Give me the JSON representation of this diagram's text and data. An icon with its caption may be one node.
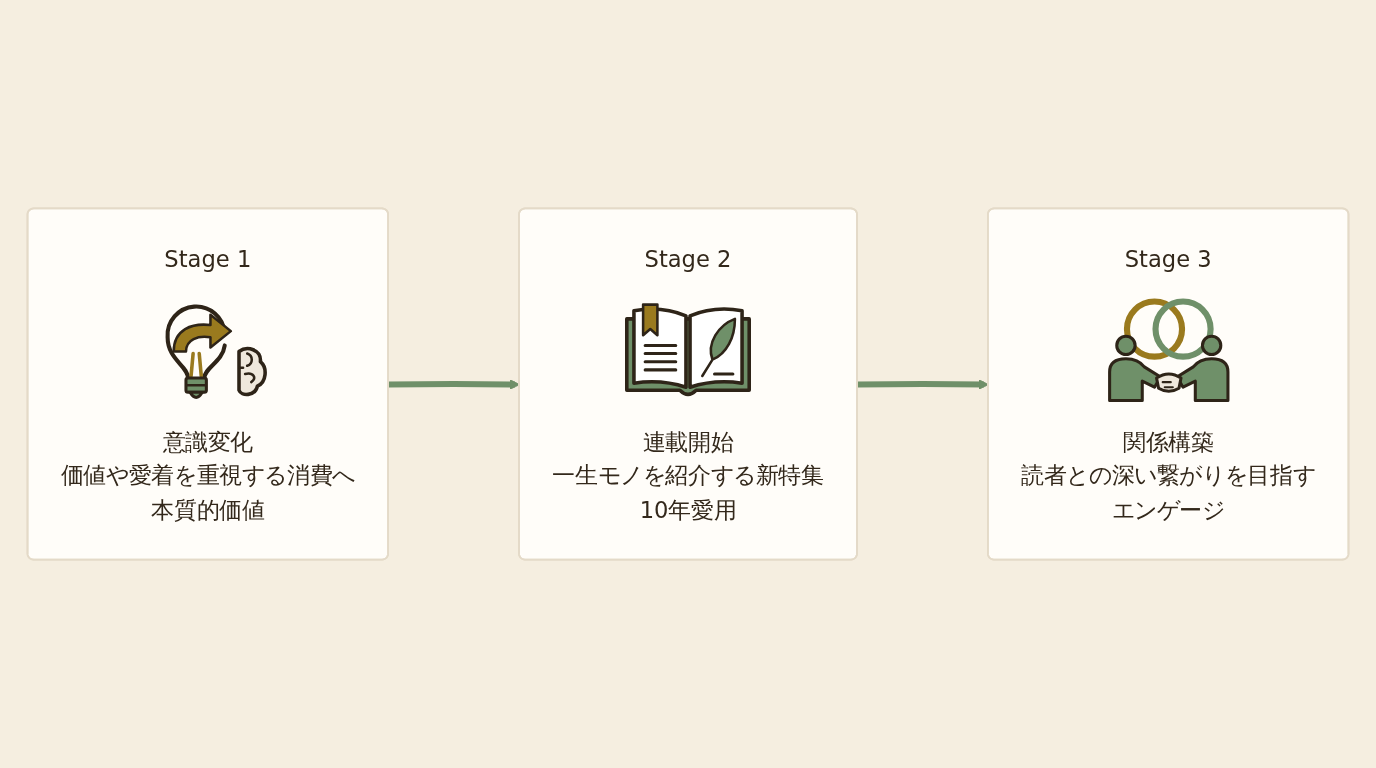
{
  "diagram": {
    "nodes": [
      {
        "text": [
          "Stage 1",
          "意識変化",
          "価値や愛着を重視する消費へ",
          "本質的価値"
        ]
      },
      {
        "text": [
          "Stage 2",
          "連載開始",
          "一生モノを紹介する新特集",
          "10年愛用"
        ]
      },
      {
        "text": [
          "Stage 3",
          "関係構築",
          "読者との深い繋がりを目指す",
          "エンゲージ"
        ]
      }
    ],
    "edges": [
      {
        "from": 0,
        "to": 1,
        "arrow": "to"
      },
      {
        "from": 1,
        "to": 2,
        "arrow": "to"
      }
    ]
  }
}
